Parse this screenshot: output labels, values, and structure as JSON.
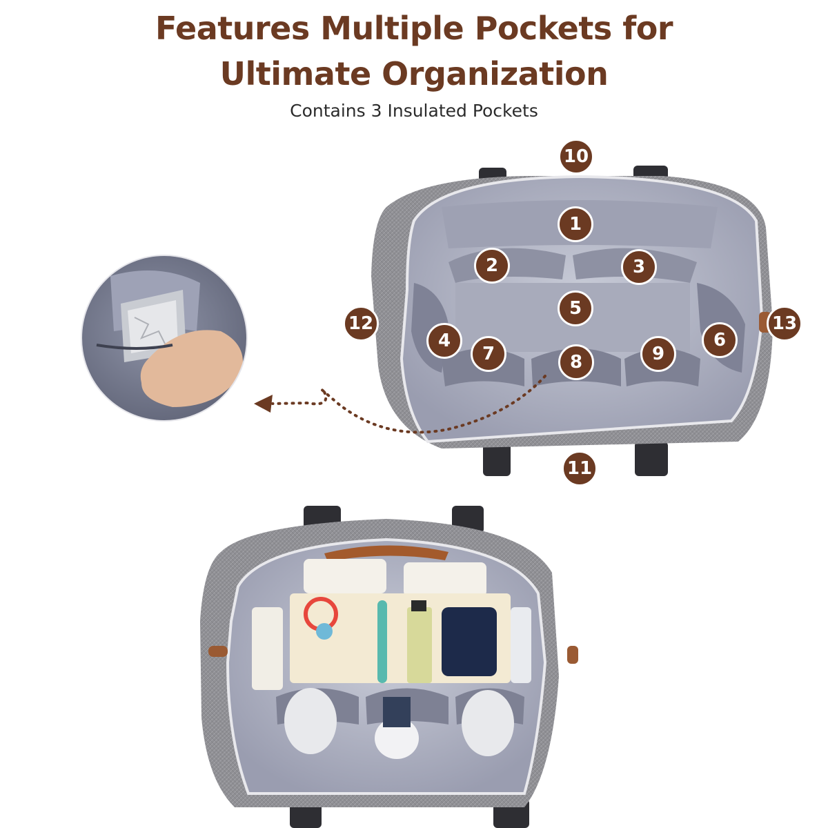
{
  "heading": {
    "line1": "Features Multiple Pockets for",
    "line2": "Ultimate Organization",
    "subtitle": "Contains 3 Insulated Pockets"
  },
  "badges": [
    "1",
    "2",
    "3",
    "4",
    "5",
    "6",
    "7",
    "8",
    "9",
    "10",
    "11",
    "12",
    "13"
  ],
  "colors": {
    "brand_brown": "#6b3a22",
    "bag_gray": "#8e8e93",
    "lining": "#b9bccb"
  }
}
